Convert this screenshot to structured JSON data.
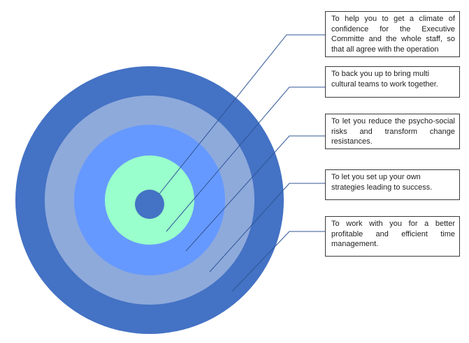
{
  "diagram": {
    "rings": [
      {
        "name": "outer-ring",
        "color": "#4472c4"
      },
      {
        "name": "second-ring",
        "color": "#8eaadb"
      },
      {
        "name": "third-ring",
        "color": "#6699ff"
      },
      {
        "name": "fourth-ring",
        "color": "#99ffcc"
      },
      {
        "name": "center",
        "color": "#4472c4"
      }
    ],
    "connector_color": "#2f5597",
    "callouts": [
      {
        "text": "To help you to get a climate of confidence for the Executive Committe and the whole staff, so that all agree with the operation"
      },
      {
        "text": "To back you up to bring multi cultural teams to work together."
      },
      {
        "text": "To let you reduce the psycho-social risks and transform change resistances."
      },
      {
        "text": "To let you set up your own strategies leading to success."
      },
      {
        "text": "To work with you for a better profitable and efficient time management."
      }
    ]
  }
}
